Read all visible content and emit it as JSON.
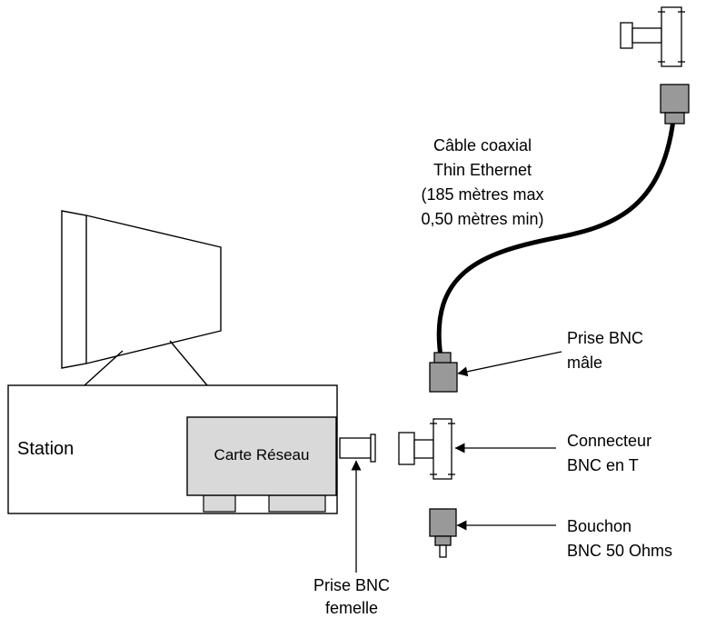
{
  "labels": {
    "station": "Station",
    "network_card": "Carte Réseau",
    "cable_line1": "Câble coaxial",
    "cable_line2": "Thin Ethernet",
    "cable_line3": "(185 mètres max",
    "cable_line4": "0,50 mètres min)",
    "bnc_male_line1": "Prise BNC",
    "bnc_male_line2": "mâle",
    "t_connector_line1": "Connecteur",
    "t_connector_line2": "BNC en T",
    "terminator_line1": "Bouchon",
    "terminator_line2": "BNC 50 Ohms",
    "bnc_female_line1": "Prise BNC",
    "bnc_female_line2": "femelle"
  },
  "colors": {
    "stroke": "#000000",
    "card_fill": "#d9d9d9",
    "plug_fill": "#999999",
    "cable": "#000000",
    "background": "#ffffff"
  }
}
